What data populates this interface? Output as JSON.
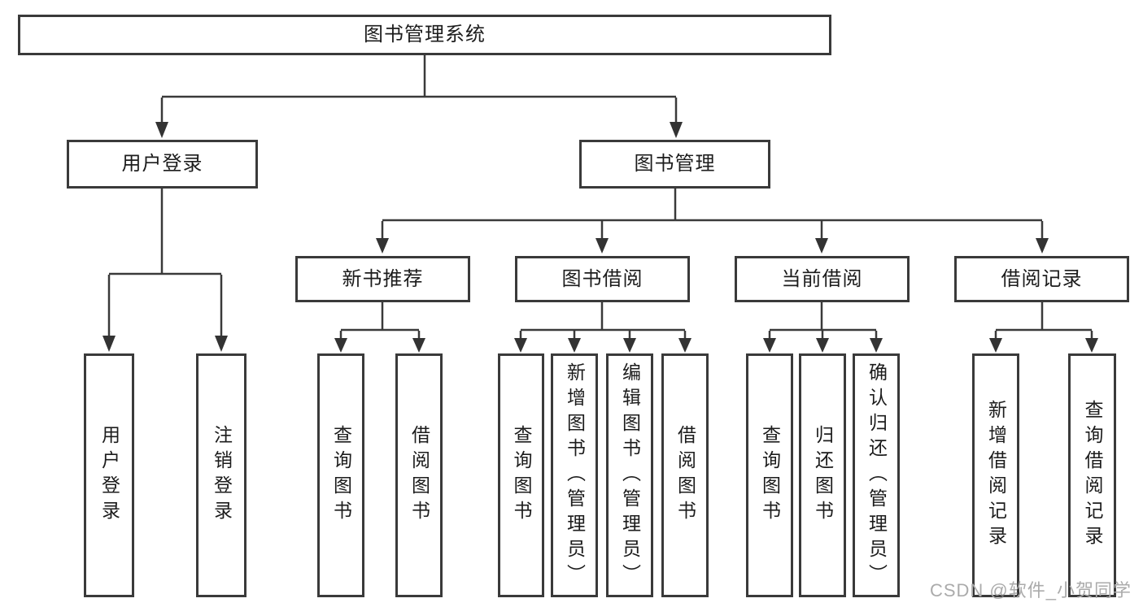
{
  "diagram": {
    "title": "图书管理系统",
    "level2": {
      "user_login": "用户登录",
      "book_mgmt": "图书管理"
    },
    "level3": {
      "new_books": "新书推荐",
      "book_borrow": "图书借阅",
      "current_borrow": "当前借阅",
      "borrow_records": "借阅记录"
    },
    "leaves": {
      "user_login": [
        "用户登录",
        "注销登录"
      ],
      "new_books": [
        "查询图书",
        "借阅图书"
      ],
      "book_borrow": [
        "查询图书",
        "新增图书（管理员）",
        "编辑图书（管理员）",
        "借阅图书"
      ],
      "current_borrow": [
        "查询图书",
        "归还图书",
        "确认归还（管理员）"
      ],
      "borrow_records": [
        "新增借阅记录",
        "查询借阅记录"
      ]
    }
  },
  "watermark": "CSDN @软件_小贺同学",
  "colors": {
    "line": "#3a3a3a",
    "text": "#1c1c1c",
    "watermark": "#ababab",
    "background": "#ffffff"
  }
}
